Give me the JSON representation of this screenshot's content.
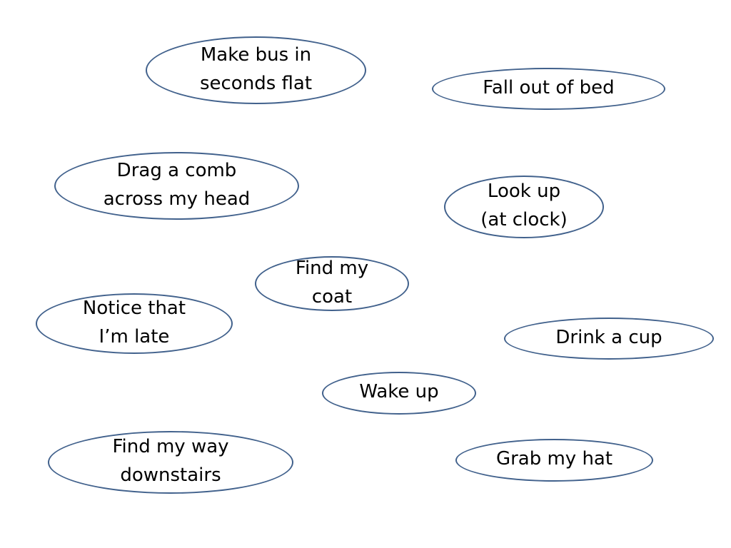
{
  "theme": {
    "outline_color": "#41618c",
    "text_color": "#000000",
    "background": "#ffffff"
  },
  "nodes": [
    {
      "id": "make-bus",
      "label": "Make bus in\nseconds flat"
    },
    {
      "id": "fall-out-of-bed",
      "label": "Fall out of bed"
    },
    {
      "id": "drag-comb",
      "label": "Drag a comb\nacross my head"
    },
    {
      "id": "look-up",
      "label": "Look up\n(at clock)"
    },
    {
      "id": "find-coat",
      "label": "Find my\ncoat"
    },
    {
      "id": "notice-late",
      "label": "Notice that\nI’m late"
    },
    {
      "id": "drink-cup",
      "label": "Drink a cup"
    },
    {
      "id": "wake-up",
      "label": "Wake up"
    },
    {
      "id": "find-way",
      "label": "Find my way\ndownstairs"
    },
    {
      "id": "grab-hat",
      "label": "Grab my hat"
    }
  ]
}
